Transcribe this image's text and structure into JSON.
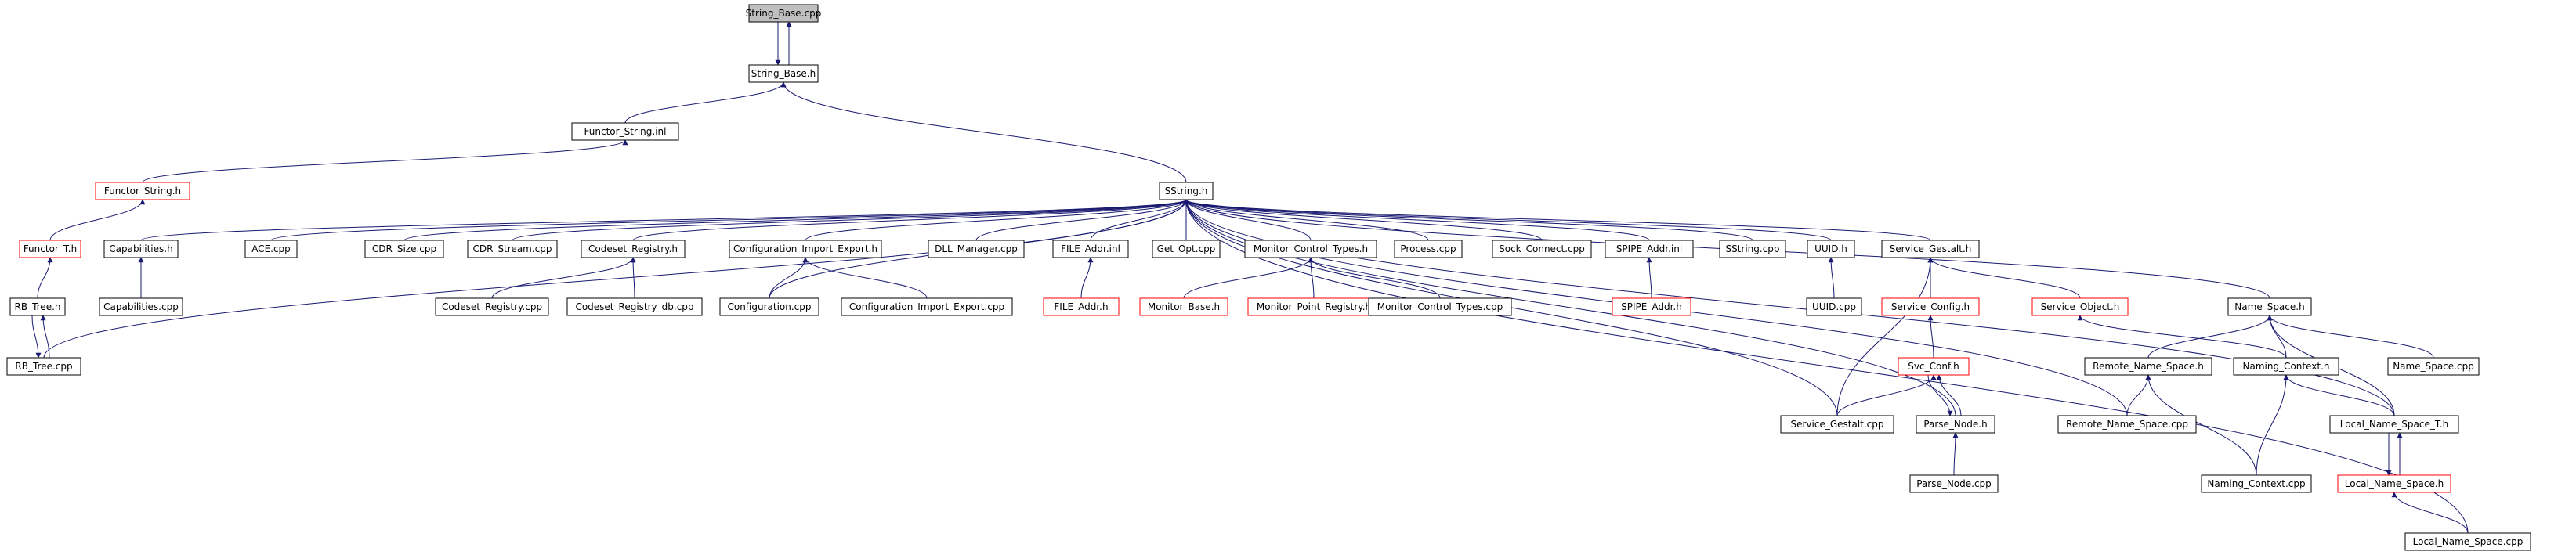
{
  "graph": {
    "colors": {
      "edge": "#191970",
      "node_border_normal": "#000000",
      "node_border_truncated": "#ff0000",
      "node_fill_root": "#bfbfbf",
      "node_fill": "#ffffff"
    },
    "nodes": [
      {
        "id": "n0",
        "label": "String_Base.cpp",
        "style": "root"
      },
      {
        "id": "n1",
        "label": "String_Base.h",
        "style": "normal"
      },
      {
        "id": "n2",
        "label": "Functor_String.inl",
        "style": "normal"
      },
      {
        "id": "n3",
        "label": "SString.h",
        "style": "normal"
      },
      {
        "id": "n4",
        "label": "Functor_String.h",
        "style": "truncated"
      },
      {
        "id": "n5",
        "label": "Functor_T.h",
        "style": "truncated"
      },
      {
        "id": "n6",
        "label": "Capabilities.h",
        "style": "normal"
      },
      {
        "id": "n7",
        "label": "ACE.cpp",
        "style": "normal"
      },
      {
        "id": "n8",
        "label": "CDR_Size.cpp",
        "style": "normal"
      },
      {
        "id": "n9",
        "label": "CDR_Stream.cpp",
        "style": "normal"
      },
      {
        "id": "n10",
        "label": "Codeset_Registry.h",
        "style": "normal"
      },
      {
        "id": "n11",
        "label": "Configuration_Import_Export.h",
        "style": "normal"
      },
      {
        "id": "n12",
        "label": "DLL_Manager.cpp",
        "style": "normal"
      },
      {
        "id": "n13",
        "label": "FILE_Addr.inl",
        "style": "normal"
      },
      {
        "id": "n14",
        "label": "Get_Opt.cpp",
        "style": "normal"
      },
      {
        "id": "n15",
        "label": "Monitor_Control_Types.h",
        "style": "normal"
      },
      {
        "id": "n16",
        "label": "Process.cpp",
        "style": "normal"
      },
      {
        "id": "n17",
        "label": "Sock_Connect.cpp",
        "style": "normal"
      },
      {
        "id": "n18",
        "label": "SPIPE_Addr.inl",
        "style": "normal"
      },
      {
        "id": "n19",
        "label": "SString.cpp",
        "style": "normal"
      },
      {
        "id": "n20",
        "label": "UUID.h",
        "style": "normal"
      },
      {
        "id": "n21",
        "label": "Service_Gestalt.h",
        "style": "normal"
      },
      {
        "id": "n22",
        "label": "Name_Space.h",
        "style": "normal"
      },
      {
        "id": "n23",
        "label": "RB_Tree.h",
        "style": "normal"
      },
      {
        "id": "n24",
        "label": "Capabilities.cpp",
        "style": "normal"
      },
      {
        "id": "n25",
        "label": "Codeset_Registry.cpp",
        "style": "normal"
      },
      {
        "id": "n26",
        "label": "Codeset_Registry_db.cpp",
        "style": "normal"
      },
      {
        "id": "n27",
        "label": "Configuration.cpp",
        "style": "normal"
      },
      {
        "id": "n28",
        "label": "Configuration_Import_Export.cpp",
        "style": "normal"
      },
      {
        "id": "n29",
        "label": "FILE_Addr.h",
        "style": "truncated"
      },
      {
        "id": "n30",
        "label": "Monitor_Base.h",
        "style": "truncated"
      },
      {
        "id": "n31",
        "label": "Monitor_Point_Registry.h",
        "style": "truncated"
      },
      {
        "id": "n32",
        "label": "Monitor_Control_Types.cpp",
        "style": "normal"
      },
      {
        "id": "n33",
        "label": "SPIPE_Addr.h",
        "style": "truncated"
      },
      {
        "id": "n34",
        "label": "UUID.cpp",
        "style": "normal"
      },
      {
        "id": "n35",
        "label": "Service_Config.h",
        "style": "truncated"
      },
      {
        "id": "n36",
        "label": "Service_Object.h",
        "style": "truncated"
      },
      {
        "id": "n37",
        "label": "RB_Tree.cpp",
        "style": "normal"
      },
      {
        "id": "n38",
        "label": "Svc_Conf.h",
        "style": "truncated"
      },
      {
        "id": "n39",
        "label": "Remote_Name_Space.h",
        "style": "normal"
      },
      {
        "id": "n40",
        "label": "Naming_Context.h",
        "style": "normal"
      },
      {
        "id": "n41",
        "label": "Name_Space.cpp",
        "style": "normal"
      },
      {
        "id": "n42",
        "label": "Service_Gestalt.cpp",
        "style": "normal"
      },
      {
        "id": "n43",
        "label": "Parse_Node.h",
        "style": "normal"
      },
      {
        "id": "n44",
        "label": "Remote_Name_Space.cpp",
        "style": "normal"
      },
      {
        "id": "n45",
        "label": "Local_Name_Space_T.h",
        "style": "normal"
      },
      {
        "id": "n46",
        "label": "Parse_Node.cpp",
        "style": "normal"
      },
      {
        "id": "n47",
        "label": "Naming_Context.cpp",
        "style": "normal"
      },
      {
        "id": "n48",
        "label": "Local_Name_Space.h",
        "style": "truncated"
      },
      {
        "id": "n49",
        "label": "Local_Name_Space.cpp",
        "style": "normal"
      }
    ],
    "edges": [
      {
        "from": "n1",
        "to": "n0"
      },
      {
        "from": "n0",
        "to": "n1"
      },
      {
        "from": "n2",
        "to": "n1"
      },
      {
        "from": "n3",
        "to": "n1"
      },
      {
        "from": "n4",
        "to": "n2"
      },
      {
        "from": "n5",
        "to": "n4"
      },
      {
        "from": "n6",
        "to": "n3"
      },
      {
        "from": "n7",
        "to": "n3"
      },
      {
        "from": "n8",
        "to": "n3"
      },
      {
        "from": "n9",
        "to": "n3"
      },
      {
        "from": "n10",
        "to": "n3"
      },
      {
        "from": "n11",
        "to": "n3"
      },
      {
        "from": "n12",
        "to": "n3"
      },
      {
        "from": "n13",
        "to": "n3"
      },
      {
        "from": "n14",
        "to": "n3"
      },
      {
        "from": "n15",
        "to": "n3"
      },
      {
        "from": "n16",
        "to": "n3"
      },
      {
        "from": "n17",
        "to": "n3"
      },
      {
        "from": "n18",
        "to": "n3"
      },
      {
        "from": "n19",
        "to": "n3"
      },
      {
        "from": "n20",
        "to": "n3"
      },
      {
        "from": "n21",
        "to": "n3"
      },
      {
        "from": "n22",
        "to": "n3"
      },
      {
        "from": "n37",
        "to": "n3"
      },
      {
        "from": "n27",
        "to": "n3"
      },
      {
        "from": "n42",
        "to": "n3"
      },
      {
        "from": "n43",
        "to": "n3"
      },
      {
        "from": "n44",
        "to": "n3"
      },
      {
        "from": "n45",
        "to": "n3"
      },
      {
        "from": "n49",
        "to": "n3"
      },
      {
        "from": "n23",
        "to": "n5"
      },
      {
        "from": "n37",
        "to": "n23"
      },
      {
        "from": "n23",
        "to": "n37"
      },
      {
        "from": "n24",
        "to": "n6"
      },
      {
        "from": "n25",
        "to": "n10"
      },
      {
        "from": "n26",
        "to": "n10"
      },
      {
        "from": "n27",
        "to": "n11"
      },
      {
        "from": "n28",
        "to": "n11"
      },
      {
        "from": "n29",
        "to": "n13"
      },
      {
        "from": "n30",
        "to": "n15"
      },
      {
        "from": "n31",
        "to": "n15"
      },
      {
        "from": "n32",
        "to": "n15"
      },
      {
        "from": "n33",
        "to": "n18"
      },
      {
        "from": "n34",
        "to": "n20"
      },
      {
        "from": "n35",
        "to": "n21"
      },
      {
        "from": "n36",
        "to": "n21"
      },
      {
        "from": "n42",
        "to": "n21"
      },
      {
        "from": "n38",
        "to": "n35"
      },
      {
        "from": "n42",
        "to": "n38"
      },
      {
        "from": "n43",
        "to": "n38"
      },
      {
        "from": "n38",
        "to": "n43"
      },
      {
        "from": "n46",
        "to": "n43"
      },
      {
        "from": "n40",
        "to": "n36"
      },
      {
        "from": "n39",
        "to": "n22"
      },
      {
        "from": "n40",
        "to": "n22"
      },
      {
        "from": "n41",
        "to": "n22"
      },
      {
        "from": "n45",
        "to": "n22"
      },
      {
        "from": "n44",
        "to": "n39"
      },
      {
        "from": "n47",
        "to": "n39"
      },
      {
        "from": "n47",
        "to": "n40"
      },
      {
        "from": "n45",
        "to": "n40"
      },
      {
        "from": "n48",
        "to": "n45"
      },
      {
        "from": "n45",
        "to": "n48"
      },
      {
        "from": "n49",
        "to": "n48"
      }
    ]
  }
}
